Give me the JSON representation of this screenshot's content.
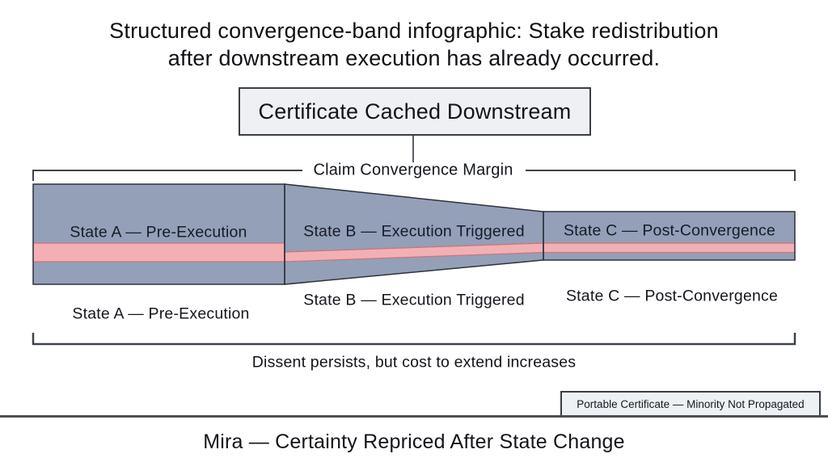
{
  "page": {
    "title_line1": "Structured convergence-band infographic: Stake redistribution",
    "title_line2": "after downstream execution has already occurred.",
    "footer_title": "Mira — Certainty Repriced After State Change"
  },
  "certificate_box": {
    "label": "Certificate Cached Downstream"
  },
  "top_bracket": {
    "label": "Claim Convergence Margin"
  },
  "bottom_bracket": {
    "label": "Dissent persists, but cost to extend increases"
  },
  "portable_box": {
    "label": "Portable Certificate — Minority Not Propagated"
  },
  "band": {
    "segments": [
      {
        "id": "A",
        "band_label": "State A — Pre-Execution",
        "below_label": "State A — Pre-Execution"
      },
      {
        "id": "B",
        "band_label": "State B — Execution Triggered",
        "below_label": "State B — Execution Triggered"
      },
      {
        "id": "C",
        "band_label": "State C — Post-Convergence",
        "below_label": "State C — Post-Convergence"
      }
    ]
  },
  "colors": {
    "band_fill": "#93a0b8",
    "band_stroke": "#2e323c",
    "stripe_fill": "#f3b0b4",
    "stripe_stroke": "#c4767c",
    "bracket_stroke": "#3f434b",
    "box_fill": "#eef0f3",
    "box_border": "#3a3d44",
    "rule_color": "#4a4f54",
    "text_color": "#14171f"
  }
}
